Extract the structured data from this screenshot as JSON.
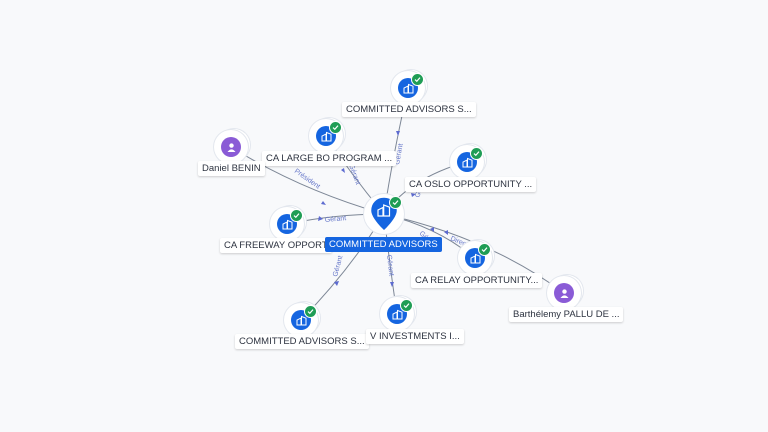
{
  "center": {
    "label": "COMMITTED ADVISORS"
  },
  "nodes": [
    {
      "id": "n1",
      "label": "COMMITTED ADVISORS S...",
      "kind": "company",
      "verified": true
    },
    {
      "id": "n2",
      "label": "CA LARGE BO PROGRAM ...",
      "kind": "company",
      "verified": true
    },
    {
      "id": "n3",
      "label": "Daniel BENIN",
      "kind": "person",
      "verified": false
    },
    {
      "id": "n4",
      "label": "CA OSLO OPPORTUNITY ...",
      "kind": "company",
      "verified": true
    },
    {
      "id": "n5",
      "label": "CA FREEWAY OPPORT",
      "kind": "company",
      "verified": true
    },
    {
      "id": "n6",
      "label": "CA RELAY OPPORTUNITY...",
      "kind": "company",
      "verified": true
    },
    {
      "id": "n7",
      "label": "Barthélemy PALLU DE ...",
      "kind": "person",
      "verified": false
    },
    {
      "id": "n8",
      "label": "COMMITTED ADVISORS S...",
      "kind": "company",
      "verified": true
    },
    {
      "id": "n9",
      "label": "V INVESTMENTS I...",
      "kind": "company",
      "verified": true
    }
  ],
  "edge_labels": {
    "e1": "Gérant",
    "e2": "Gérant",
    "e3": "Président",
    "e4": "Gé",
    "e5": "Gérant",
    "e6": "Gé",
    "e7": "Direc",
    "e8": "Gérant",
    "e9": "Gérant"
  },
  "colors": {
    "company": "#1565e0",
    "person": "#8a5bd6",
    "verified": "#1f9d55",
    "edge_label": "#6677c9"
  }
}
